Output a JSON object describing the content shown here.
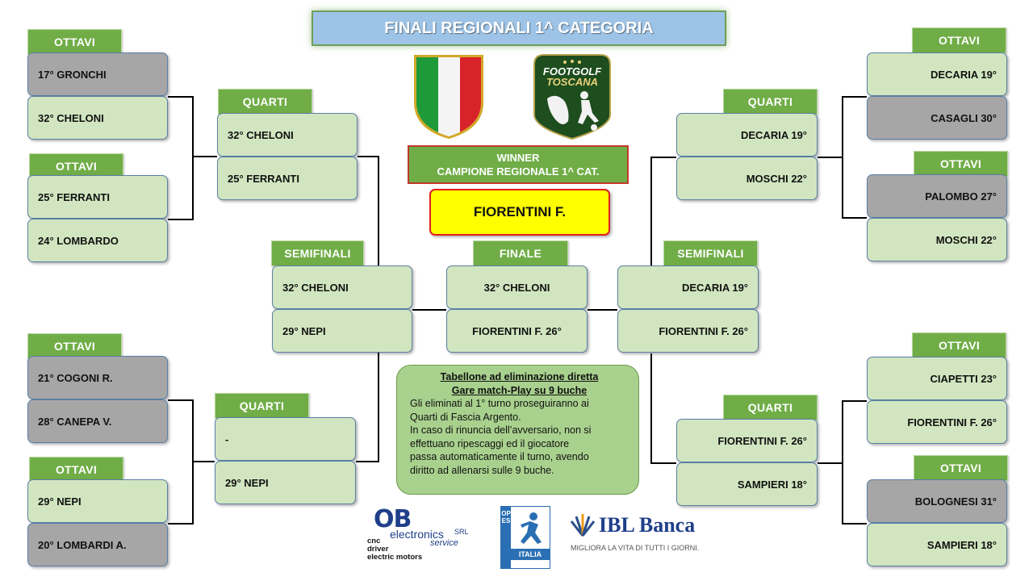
{
  "title": "FINALI REGIONALI 1^ CATEGORIA",
  "winner": {
    "line1": "WINNER",
    "line2": "CAMPIONE REGIONALE 1^ CAT.",
    "name": "FIORENTINI F."
  },
  "tabs": {
    "ottavi": "OTTAVI",
    "quarti": "QUARTI",
    "semifinali": "SEMIFINALI",
    "finale": "FINALE"
  },
  "left": {
    "ottavi": [
      "17° GRONCHI",
      "32° CHELONI",
      "25° FERRANTI",
      "24° LOMBARDO",
      "21° COGONI R.",
      "28° CANEPA V.",
      "29° NEPI",
      "20° LOMBARDI A."
    ],
    "quarti": [
      "32° CHELONI",
      "25° FERRANTI",
      "-",
      "29° NEPI"
    ],
    "semifinali": [
      "32° CHELONI",
      "29° NEPI"
    ]
  },
  "right": {
    "ottavi": [
      "DECARIA 19°",
      "CASAGLI 30°",
      "PALOMBO 27°",
      "MOSCHI 22°",
      "CIAPETTI 23°",
      "FIORENTINI F. 26°",
      "BOLOGNESI 31°",
      "SAMPIERI 18°"
    ],
    "quarti": [
      "DECARIA 19°",
      "MOSCHI 22°",
      "FIORENTINI F. 26°",
      "SAMPIERI 18°"
    ],
    "semifinali": [
      "DECARIA 19°",
      "FIORENTINI F. 26°"
    ]
  },
  "finale": [
    "32° CHELONI",
    "FIORENTINI F. 26°"
  ],
  "info": {
    "heading1": "Tabellone ad eliminazione diretta",
    "heading2": "Gare match-Play su 9 buche",
    "lines": [
      "Gli eliminati al 1° turno proseguiranno ai",
      "Quarti di Fascia Argento.",
      "In caso di rinuncia dell’avversario, non si",
      "effettuano ripescaggi ed il giocatore",
      "passa automaticamente il turno, avendo",
      "diritto ad allenarsi sulle 9 buche."
    ]
  },
  "logos": {
    "footgolf_line1": "FOOTGOLF",
    "footgolf_line2": "TOSCANA",
    "ob_letters": "OB",
    "ob_name": "electronics",
    "ob_srl": "SRL",
    "ob_service": "service",
    "ob_lines": [
      "cnc",
      "driver",
      "electric motors"
    ],
    "opes_letters": "OPES",
    "opes_italia": "ITALIA",
    "ibl_name": "IBL Banca",
    "ibl_slogan": "MIGLIORA LA VITA DI TUTTI I GIORNI."
  },
  "colors": {
    "tab_green": "#70ad47",
    "box_green": "#d1e6c0",
    "box_gray": "#a6a6a6",
    "title_blue": "#9dc3e6",
    "champion_yellow": "#ffff00",
    "border_red": "#e02020"
  }
}
